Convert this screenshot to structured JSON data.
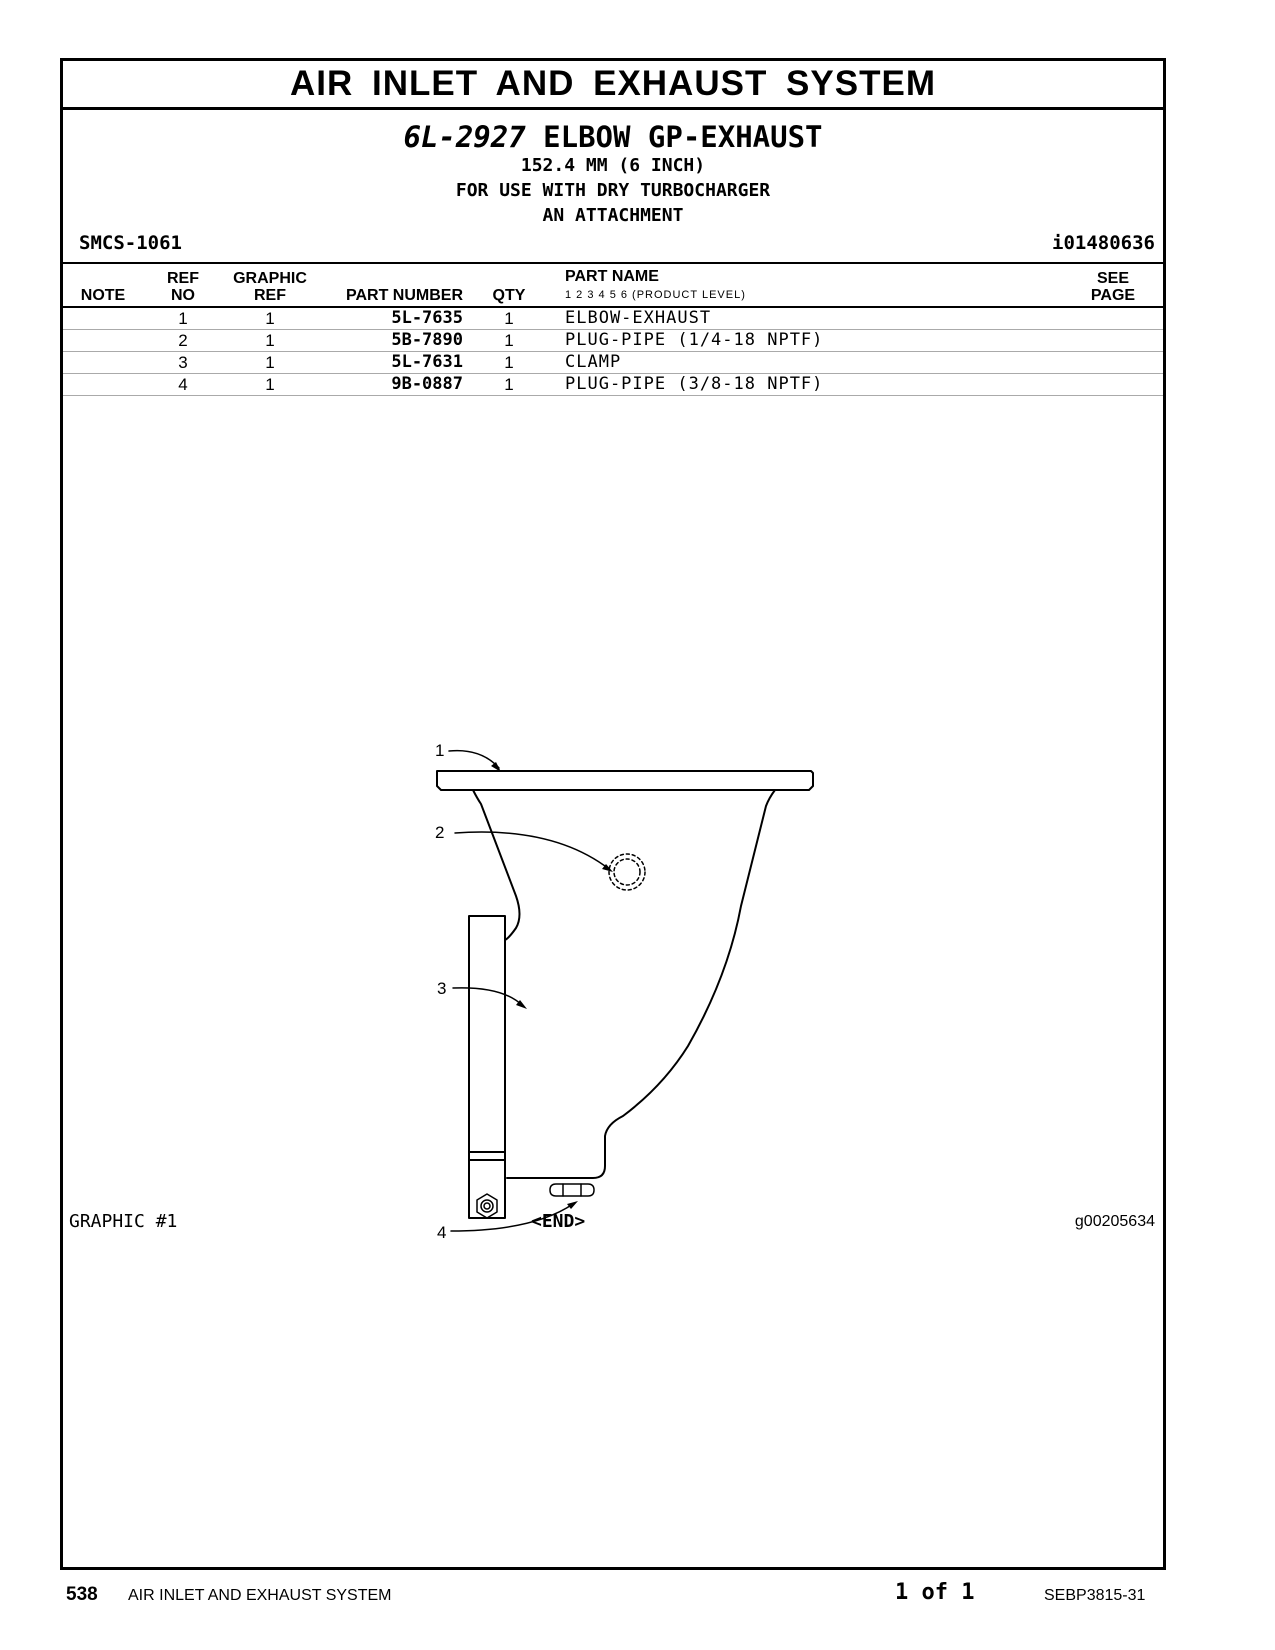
{
  "section_title": "AIR INLET AND EXHAUST SYSTEM",
  "heading": {
    "part_number": "6L-2927",
    "name": "ELBOW GP-EXHAUST",
    "line2": "152.4 MM (6 INCH)",
    "line3": "FOR USE WITH DRY TURBOCHARGER",
    "line4": "AN ATTACHMENT"
  },
  "smcs": "SMCS-1061",
  "illustration_id": "i01480636",
  "table": {
    "headers": {
      "note": "NOTE",
      "ref_top": "REF",
      "ref_bottom": "NO",
      "graphic_top": "GRAPHIC",
      "graphic_bottom": "REF",
      "part_number": "PART NUMBER",
      "qty": "QTY",
      "part_name": "PART NAME",
      "product_level": "1   2   3   4   5   6   (PRODUCT LEVEL)",
      "see_top": "SEE",
      "see_bottom": "PAGE"
    },
    "rows": [
      {
        "note": "",
        "ref": "1",
        "graphic": "1",
        "part_number": "5L-7635",
        "qty": "1",
        "name": "ELBOW-EXHAUST",
        "see": ""
      },
      {
        "note": "",
        "ref": "2",
        "graphic": "1",
        "part_number": "5B-7890",
        "qty": "1",
        "name": "PLUG-PIPE (1/4-18 NPTF)",
        "see": ""
      },
      {
        "note": "",
        "ref": "3",
        "graphic": "1",
        "part_number": "5L-7631",
        "qty": "1",
        "name": "CLAMP",
        "see": ""
      },
      {
        "note": "",
        "ref": "4",
        "graphic": "1",
        "part_number": "9B-0887",
        "qty": "1",
        "name": "PLUG-PIPE (3/8-18 NPTF)",
        "see": ""
      }
    ]
  },
  "drawing_callouts": [
    "1",
    "2",
    "3",
    "4"
  ],
  "graphic_label": "GRAPHIC #1",
  "end_marker": "<END>",
  "graphic_id": "g00205634",
  "footer": {
    "page": "538",
    "section": "AIR INLET AND EXHAUST SYSTEM",
    "of": "1 of 1",
    "doc": "SEBP3815-31"
  }
}
